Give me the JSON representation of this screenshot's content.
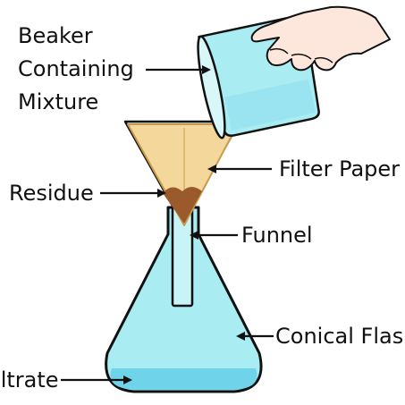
{
  "labels": {
    "beaker_line1": "Beaker",
    "beaker_line2": "Containing",
    "beaker_line3": "Mixture",
    "filter_paper": "Filter Paper",
    "residue": "Residue",
    "funnel": "Funnel",
    "conical_flask": "Conical Flask",
    "filtrate": "Filtrate"
  },
  "colors": {
    "glass": "#a9ecf2",
    "liquid": "#6fd3ea",
    "filter_paper": "#f4d79a",
    "residue": "#9b5a2c",
    "skin": "#fde7dc",
    "outline": "#111111",
    "text": "#111111"
  }
}
